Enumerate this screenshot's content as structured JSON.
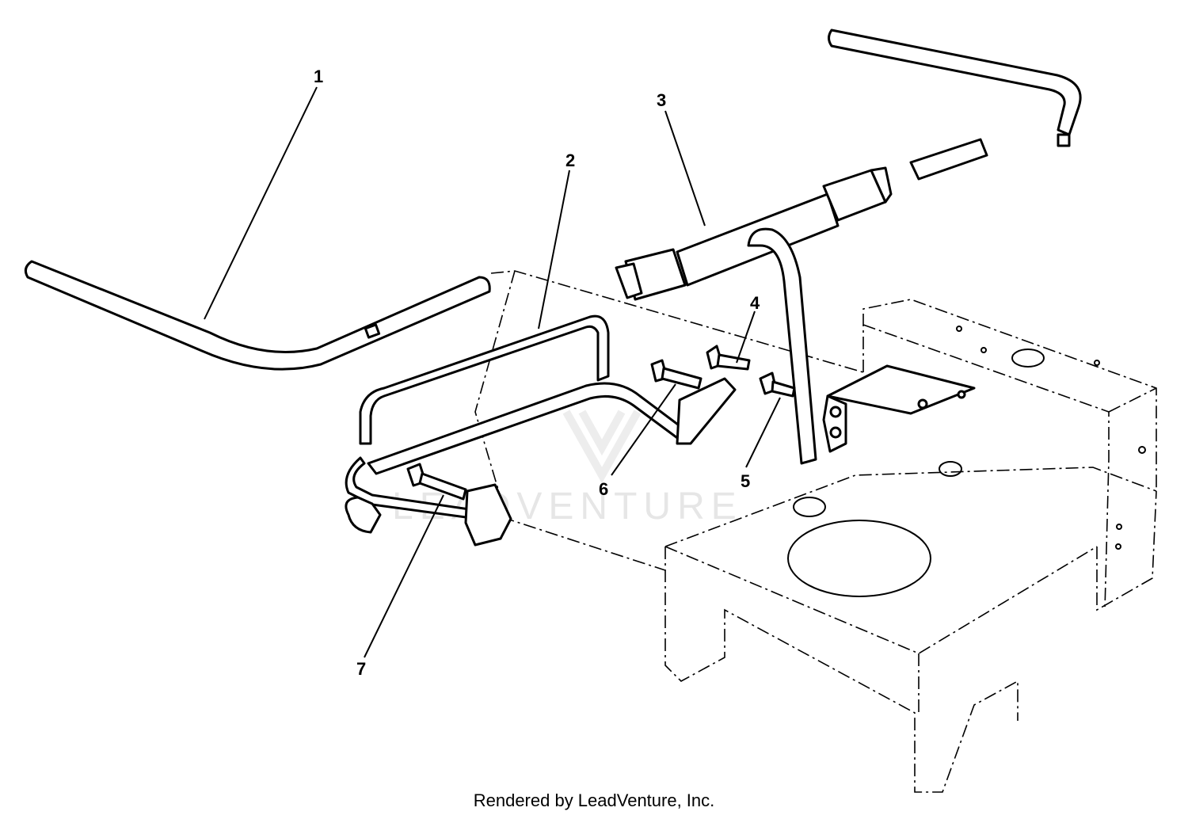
{
  "callouts": [
    {
      "number": "1",
      "part": "handle-tube-left"
    },
    {
      "number": "2",
      "part": "grab-bar-frame"
    },
    {
      "number": "3",
      "part": "control-bar-assembly"
    },
    {
      "number": "4",
      "part": "bolt-upper"
    },
    {
      "number": "5",
      "part": "bolt-lower"
    },
    {
      "number": "6",
      "part": "bolt-middle"
    },
    {
      "number": "7",
      "part": "bolt-front"
    }
  ],
  "watermark": "LEADVENTURE",
  "footer": {
    "credit": "Rendered by LeadVenture, Inc."
  },
  "colors": {
    "line": "#000000",
    "background": "#ffffff",
    "watermark": "#e6e6e6"
  }
}
